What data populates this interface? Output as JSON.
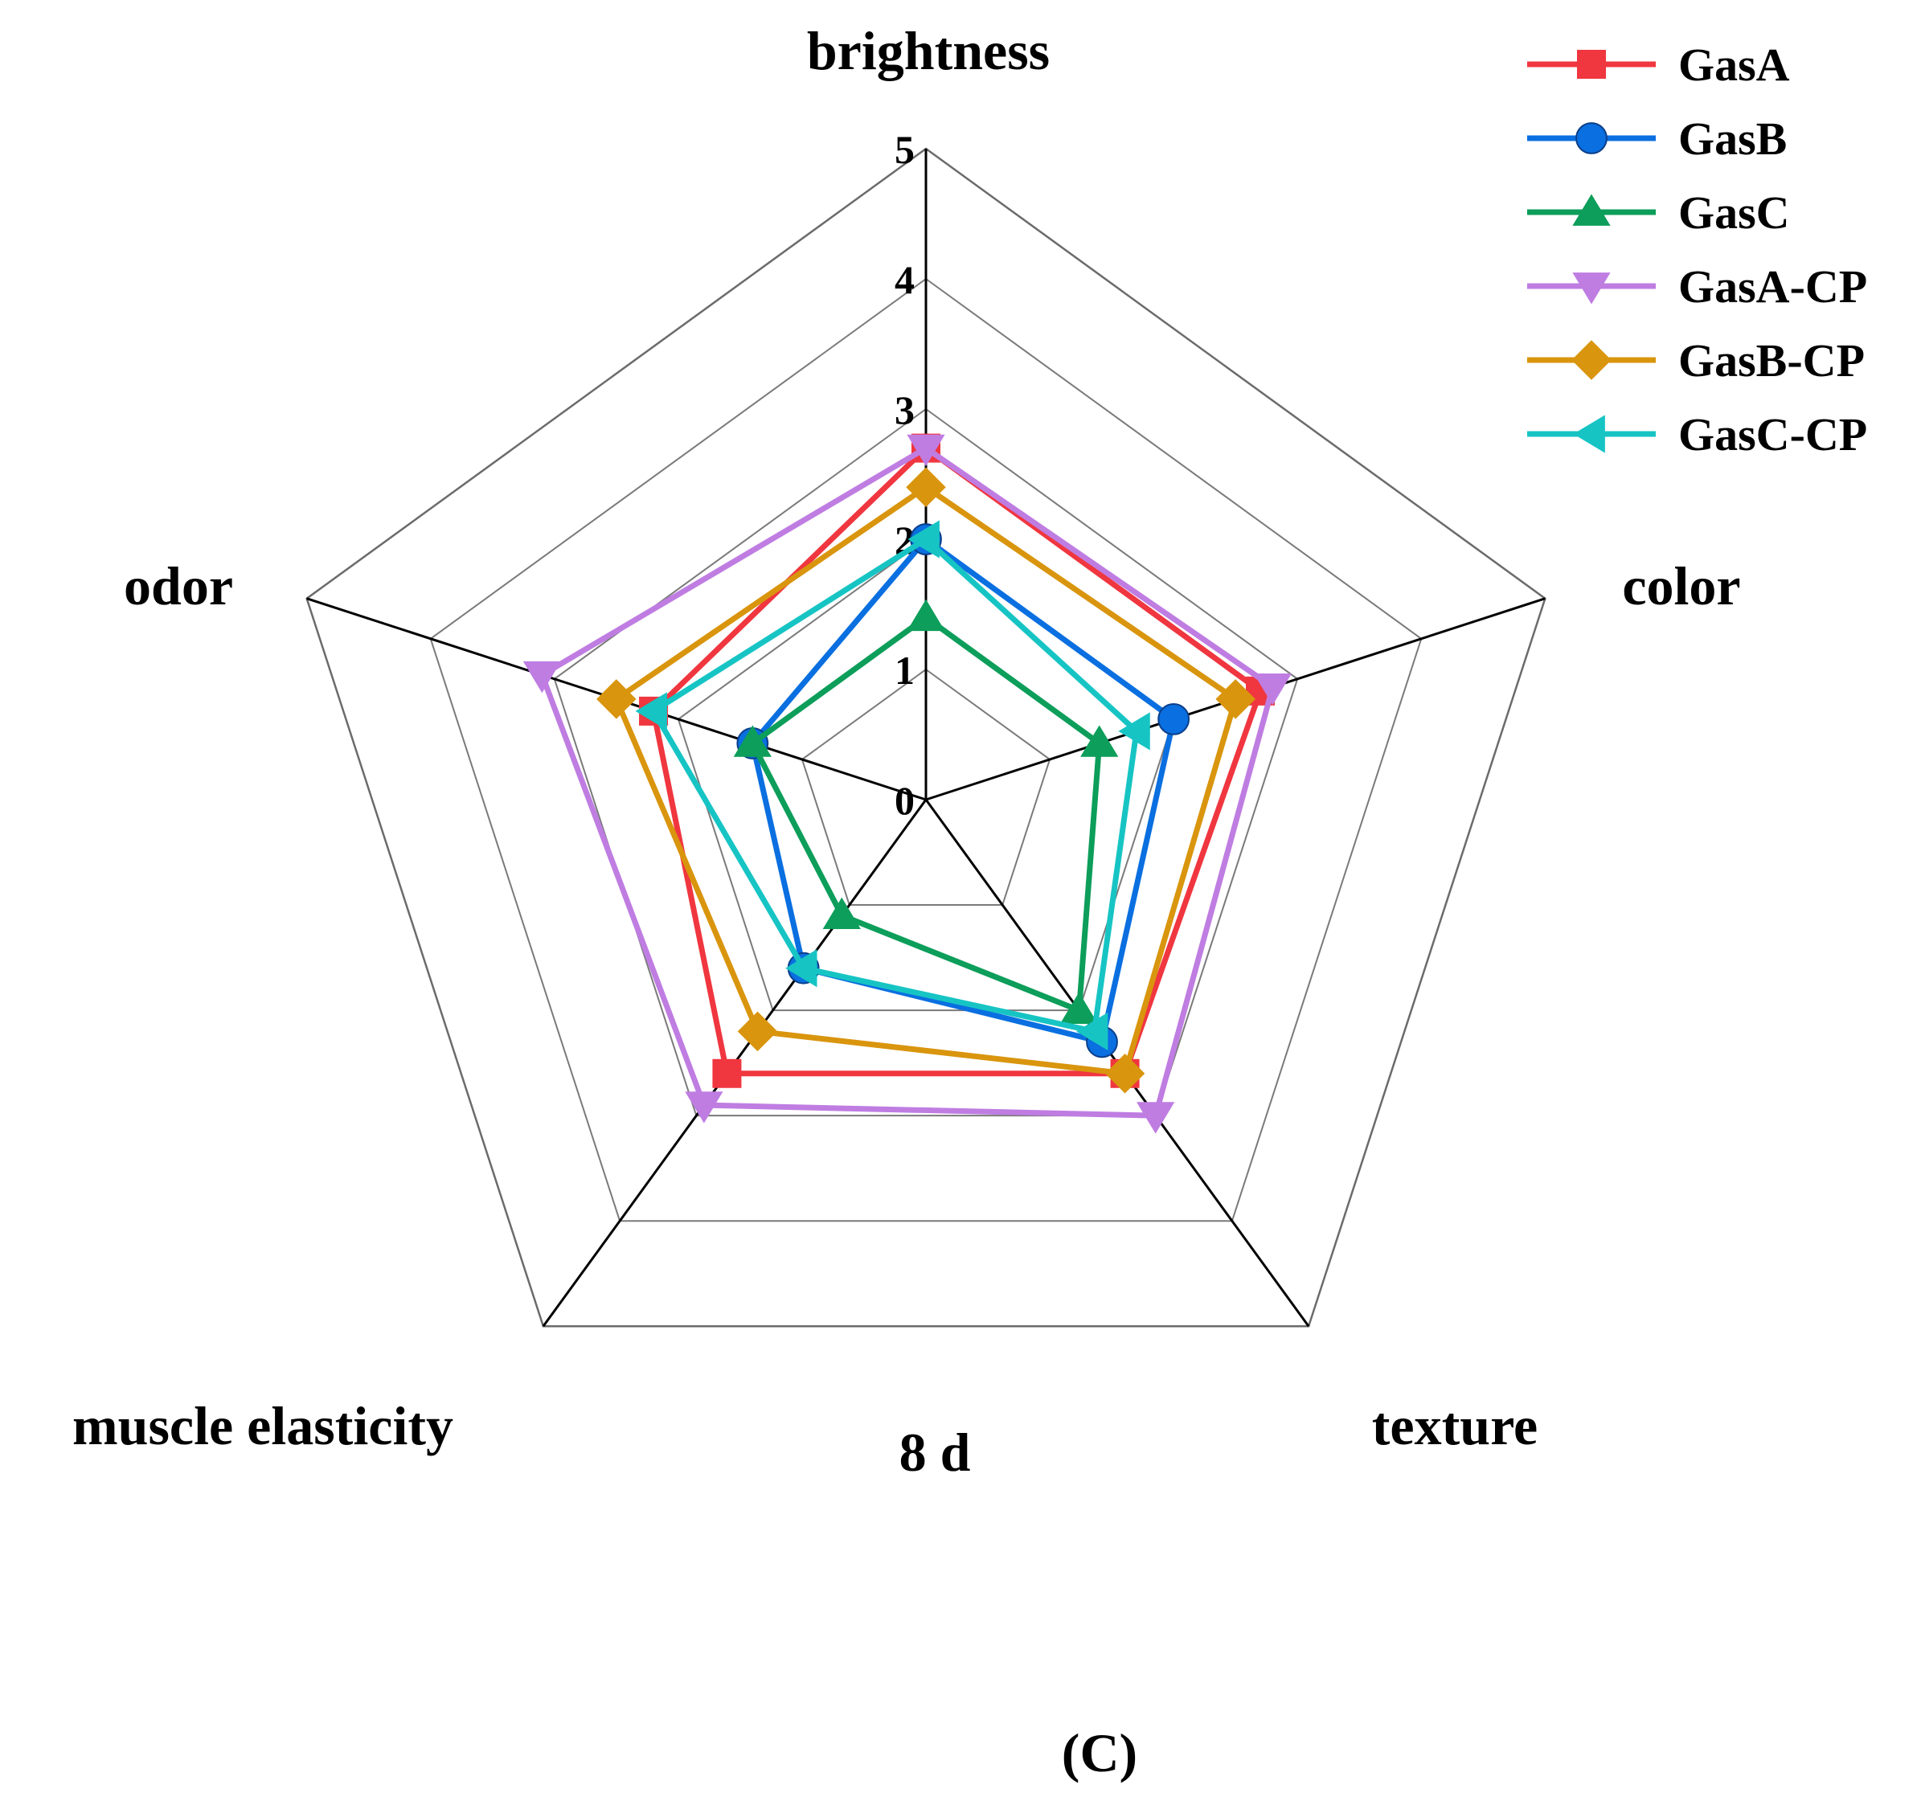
{
  "chart_data": {
    "type": "radar",
    "title": "",
    "axes": [
      "brightness",
      "color",
      "texture",
      "muscle elasticity",
      "odor"
    ],
    "scale": {
      "min": 0,
      "max": 5,
      "ticks": [
        "0",
        "1",
        "2",
        "3",
        "4",
        "5"
      ]
    },
    "grid": true,
    "legend_position": "top-right",
    "day_label": "8 d",
    "caption": "(C)",
    "series": [
      {
        "name": "GasA",
        "color": "#f0363f",
        "marker": "square",
        "values": [
          2.7,
          2.7,
          2.6,
          2.6,
          2.2
        ]
      },
      {
        "name": "GasB",
        "color": "#0a6fe0",
        "marker": "circle",
        "values": [
          2.0,
          2.0,
          2.3,
          1.6,
          1.4
        ]
      },
      {
        "name": "GasC",
        "color": "#0c9e5a",
        "marker": "triangle-up",
        "values": [
          1.4,
          1.4,
          2.0,
          1.1,
          1.4
        ]
      },
      {
        "name": "GasA-CP",
        "color": "#bf7de2",
        "marker": "triangle-down",
        "values": [
          2.7,
          2.8,
          3.0,
          2.9,
          3.1
        ]
      },
      {
        "name": "GasB-CP",
        "color": "#d9950d",
        "marker": "diamond",
        "values": [
          2.4,
          2.5,
          2.6,
          2.2,
          2.5
        ]
      },
      {
        "name": "GasC-CP",
        "color": "#17c4c4",
        "marker": "triangle-left",
        "values": [
          2.0,
          1.7,
          2.2,
          1.6,
          2.2
        ]
      }
    ]
  }
}
